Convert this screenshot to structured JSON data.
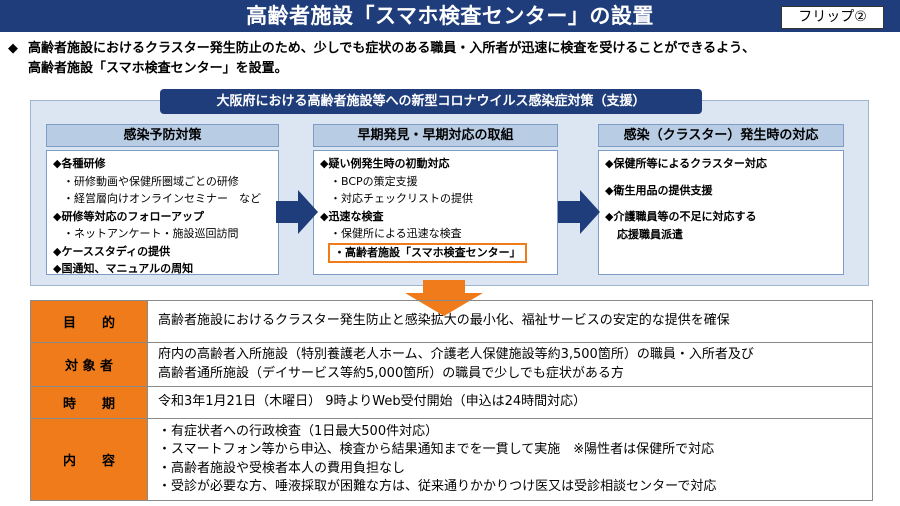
{
  "header": {
    "title": "高齢者施設「スマホ検査センター」の設置",
    "flip_label": "フリップ②"
  },
  "intro": {
    "bullet": "◆",
    "line1": "高齢者施設におけるクラスター発生防止のため、少しでも症状のある職員・入所者が迅速に検査を受けることができるよう、",
    "line2": "高齢者施設「スマホ検査センター」を設置。"
  },
  "panel": {
    "title": "大阪府における高齢者施設等への新型コロナウイルス感染症対策（支援）",
    "columns": [
      {
        "heading": "感染予防対策",
        "items": [
          {
            "type": "h",
            "text": "◆各種研修"
          },
          {
            "type": "s",
            "text": "・研修動画や保健所圏域ごとの研修"
          },
          {
            "type": "s",
            "text": "・経営層向けオンラインセミナー　など"
          },
          {
            "type": "h",
            "text": "◆研修等対応のフォローアップ"
          },
          {
            "type": "s",
            "text": "・ネットアンケート・施設巡回訪問"
          },
          {
            "type": "h",
            "text": "◆ケーススタディの提供"
          },
          {
            "type": "h",
            "text": "◆国通知、マニュアルの周知"
          }
        ]
      },
      {
        "heading": "早期発見・早期対応の取組",
        "items": [
          {
            "type": "h",
            "text": "◆疑い例発生時の初動対応"
          },
          {
            "type": "s",
            "text": "・BCPの策定支援"
          },
          {
            "type": "s",
            "text": "・対応チェックリストの提供"
          },
          {
            "type": "h",
            "text": "◆迅速な検査"
          },
          {
            "type": "s",
            "text": "・保健所による迅速な検査"
          },
          {
            "type": "hl",
            "text": "・高齢者施設「スマホ検査センター」"
          }
        ]
      },
      {
        "heading": "感染（クラスター）発生時の対応",
        "items": [
          {
            "type": "h",
            "text": "◆保健所等によるクラスター対応"
          },
          {
            "type": "gap",
            "text": ""
          },
          {
            "type": "h",
            "text": "◆衛生用品の提供支援"
          },
          {
            "type": "gap",
            "text": ""
          },
          {
            "type": "h",
            "text": "◆介護職員等の不足に対応する"
          },
          {
            "type": "h2",
            "text": "応援職員派遣"
          }
        ]
      }
    ]
  },
  "table": {
    "rows": [
      {
        "label": "目　　的",
        "lines": [
          "高齢者施設におけるクラスター発生防止と感染拡大の最小化、福祉サービスの安定的な提供を確保"
        ]
      },
      {
        "label": "対 象 者",
        "lines": [
          "府内の高齢者入所施設（特別養護老人ホーム、介護老人保健施設等約3,500箇所）の職員・入所者及び",
          "高齢者通所施設（デイサービス等約5,000箇所）の職員で少しでも症状がある方"
        ]
      },
      {
        "label": "時　　期",
        "lines": [
          "令和3年1月21日（木曜日）  9時よりWeb受付開始（申込は24時間対応）"
        ]
      },
      {
        "label": "内　　容",
        "lines": [
          "・有症状者への行政検査（1日最大500件対応）",
          "・スマートフォン等から申込、検査から結果通知までを一貫して実施　※陽性者は保健所で対応",
          "・高齢者施設や受検者本人の費用負担なし",
          "・受診が必要な方、唾液採取が困難な方は、従来通りかかりつけ医又は受診相談センターで対応"
        ]
      }
    ]
  },
  "colors": {
    "navy": "#1f3d7a",
    "orange": "#f07b1b",
    "panel_bg": "#dce6f2",
    "head_bg": "#b8cce4"
  }
}
